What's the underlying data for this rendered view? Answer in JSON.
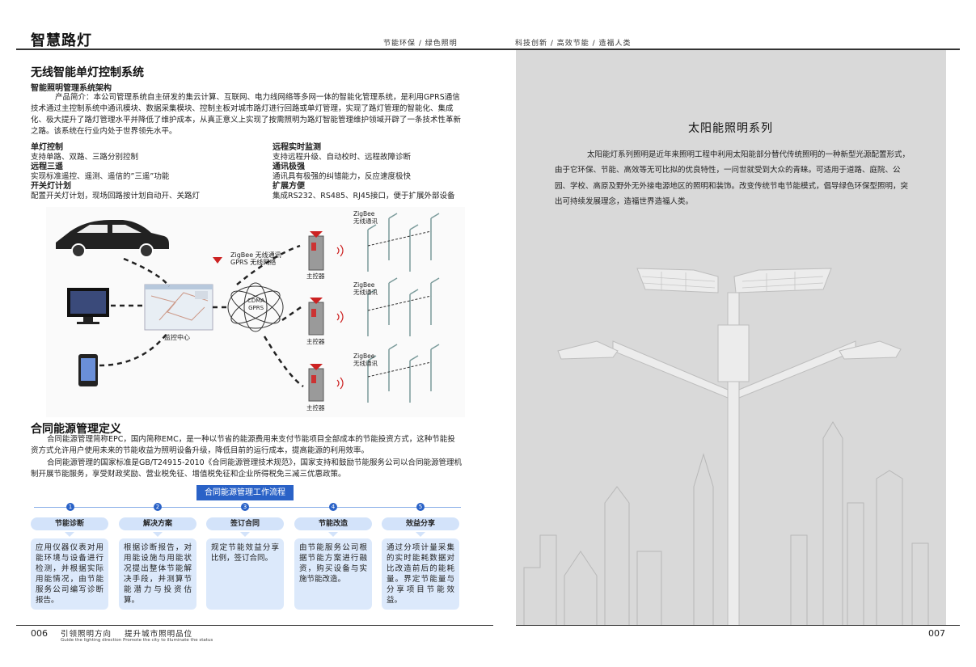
{
  "header": {
    "title": "智慧路灯",
    "tag1": "节能环保 / 绿色照明",
    "tag2": "科技创新 / 高效节能 / 造福人类"
  },
  "left": {
    "section_title": "无线智能单灯控制系统",
    "sub_title": "智能照明管理系统架构",
    "intro": "产品简介：本公司管理系统自主研发的集云计算、互联网、电力线网络等多网一体的智能化管理系统，是利用GPRS通信技术通过主控制系统中通讯模块、数据采集模块、控制主板对城市路灯进行回路或单灯管理，实现了路灯管理的智能化、集成化、极大提升了路灯管理水平并降低了维护成本，从真正意义上实现了按需照明为路灯智能管理维护领域开辟了一条技术性革新之路。该系统在行业内处于世界领先水平。",
    "features": [
      {
        "h": "单灯控制",
        "t": "支持单路、双路、三路分别控制"
      },
      {
        "h": "远程三遥",
        "t": "实现标准遥控、遥测、遥信的”三遥”功能"
      },
      {
        "h": "开关灯计划",
        "t": "配置开关灯计划，现场回路按计划自动开、关路灯"
      },
      {
        "h": "远程实时监测",
        "t": "支持远程升级、自动校时、远程故障诊断"
      },
      {
        "h": "通讯极强",
        "t": "通讯具有极强的纠错能力，反应速度极快"
      },
      {
        "h": "扩展方便",
        "t": "集成RS232、RS485、RJ45接口，便于扩展外部设备"
      }
    ],
    "diagram": {
      "zigbee_gprs1": "ZigBee 无线通讯",
      "zigbee_gprs2": "GPRS 无线网络",
      "cdma": "CDMA",
      "gprs": "GPRS",
      "monitor_center": "监控中心",
      "controller": "主控器",
      "zigbee": "ZigBee",
      "wireless": "无线通讯"
    },
    "emc_title": "合同能源管理定义",
    "emc_p1": "合同能源管理简称EPC，国内简称EMC，是一种以节省的能源费用来支付节能项目全部成本的节能投资方式，这种节能投资方式允许用户使用未来的节能收益为照明设备升级，降低目前的运行成本，提高能源的利用效率。",
    "emc_p2": "合同能源管理的国家标准是GB/T24915-2010《合同能源管理技术规范》，国家支持和鼓励节能服务公司以合同能源管理机制开展节能服务，享受财政奖励、营业税免征、增值税免征和企业所得税免三减三优惠政策。",
    "flow_title": "合同能源管理工作流程",
    "steps": [
      {
        "n": "1",
        "h": "节能诊断",
        "t": "应用仪器仪表对用能环境与设备进行检测，并根据实际用能情况，由节能服务公司编写诊断报告。"
      },
      {
        "n": "2",
        "h": "解决方案",
        "t": "根据诊断报告，对用能设施与用能状况提出整体节能解决手段，并测算节能潜力与投资估算。"
      },
      {
        "n": "3",
        "h": "签订合同",
        "t": "规定节能效益分享比例，签订合同。"
      },
      {
        "n": "4",
        "h": "节能改造",
        "t": "由节能服务公司根据节能方案进行融资，购买设备与实施节能改造。"
      },
      {
        "n": "5",
        "h": "效益分享",
        "t": "通过分项计量采集的实时能耗数据对比改造前后的能耗量。界定节能量与分享项目节能效益。"
      }
    ]
  },
  "right": {
    "title": "太阳能照明系列",
    "text": "太阳能灯系列照明是近年来照明工程中利用太阳能部分替代传统照明的一种新型光源配置形式，由于它环保、节能、高效等无可比拟的优良特性，一问世就受到大众的青睐。可适用于道路、庭院、公园、学校、高原及野外无外接电源地区的照明和装饰。改变传统节电节能模式，倡导绿色环保型照明，突出可持续发展理念，造福世界造福人类。"
  },
  "footer": {
    "page_left": "006",
    "slogan": "引领照明方向    提升城市照明品位",
    "slogan_en": "Guide the lighting direction Promote the city to illuminate the status",
    "page_right": "007"
  },
  "colors": {
    "accent": "#2a62c7",
    "panel": "#d9d9d9",
    "step_bg": "#dce9fb"
  }
}
